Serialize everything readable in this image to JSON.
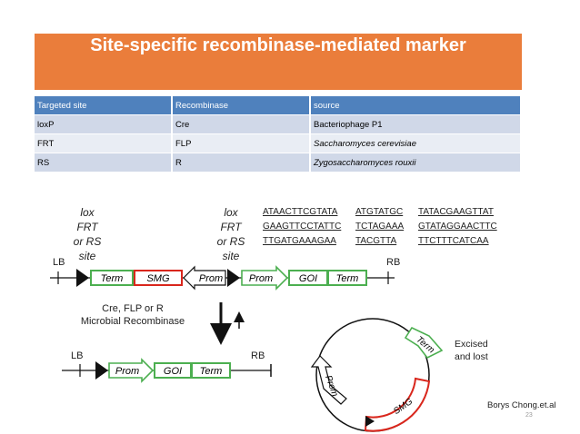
{
  "title": "Site-specific recombinase-mediated marker",
  "table": {
    "headers": [
      "Targeted site",
      " Recombinase",
      " source"
    ],
    "rows": [
      [
        "loxP",
        "Cre",
        "Bacteriophage P1"
      ],
      [
        "FRT",
        "FLP",
        "Saccharomyces cerevisiae"
      ],
      [
        "RS",
        "R",
        "Zygosaccharomyces rouxii"
      ]
    ]
  },
  "diagram": {
    "site_label_left": [
      "lox",
      "FRT",
      "or RS",
      "site"
    ],
    "site_label_right": [
      "lox",
      "FRT",
      "or RS",
      "site"
    ],
    "sequences": [
      [
        "ATAACTTCGTATA",
        "ATGTATGC",
        "TATACGAAGTTAT"
      ],
      [
        "GAAGTTCCTATTC",
        "TCTAGAAA",
        "GTATAGGAACTTC"
      ],
      [
        "TTGATGAAAGAA",
        "TACGTTA",
        "TTCTTTCATCAA"
      ]
    ],
    "lb": "LB",
    "rb": "RB",
    "top_construct": [
      "Term",
      "SMG",
      "Prom",
      "Prom",
      "GOI",
      "Term"
    ],
    "recombinase_label": [
      "Cre, FLP or R",
      "Microbial Recombinase"
    ],
    "bottom_lb": "LB",
    "bottom_rb": "RB",
    "bottom_construct": [
      "Prom",
      "GOI",
      "Term"
    ],
    "circle_labels": {
      "term": "Term",
      "smg": "SMG",
      "prom": "Prom"
    },
    "excised": [
      "Excised",
      "and lost"
    ],
    "colors": {
      "green": "#4caf50",
      "red": "#d9261c",
      "black": "#111111"
    }
  },
  "credit": "Borys Chong.et.al",
  "page_number": "23"
}
